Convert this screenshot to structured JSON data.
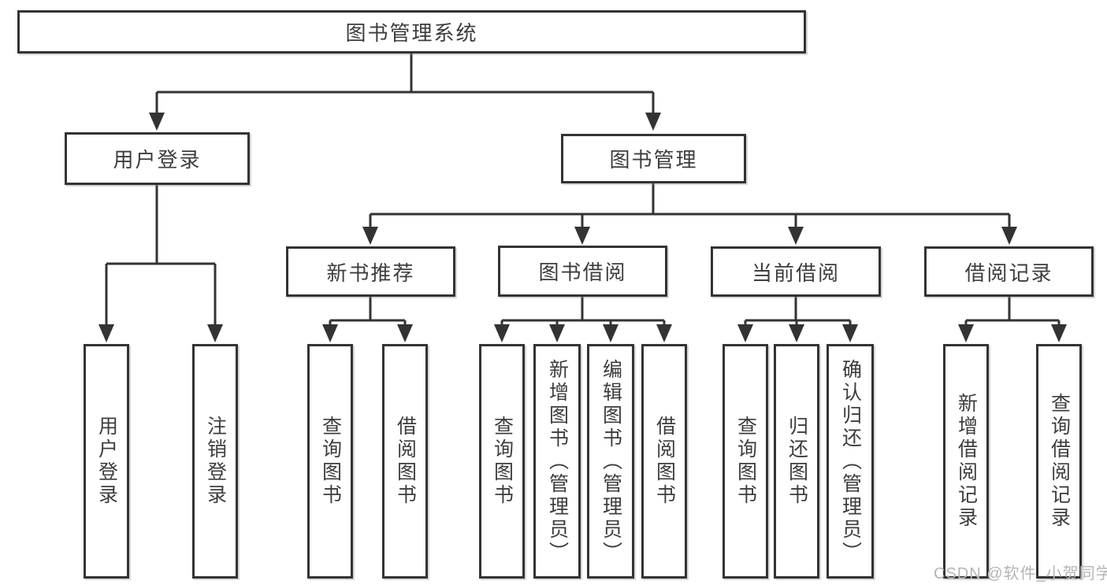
{
  "nodes": {
    "root": {
      "label": "图书管理系统"
    },
    "user_login": {
      "label": "用户登录"
    },
    "book_management": {
      "label": "图书管理"
    },
    "new_book_recommend": {
      "label": "新书推荐"
    },
    "book_borrowing": {
      "label": "图书借阅"
    },
    "current_borrowing": {
      "label": "当前借阅"
    },
    "borrowing_records": {
      "label": "借阅记录"
    },
    "leaves": {
      "user_login": "用户登录",
      "logout": "注销登录",
      "nb_query_books": "查询图书",
      "nb_borrow_books": "借阅图书",
      "bb_query_books": "查询图书",
      "bb_add_books": "新增图书（管理员）",
      "bb_edit_books": "编辑图书（管理员）",
      "bb_borrow_books": "借阅图书",
      "cb_query_books": "查询图书",
      "cb_return_books": "归还图书",
      "cb_confirm_return": "确认归还（管理员）",
      "br_add_record": "新增借阅记录",
      "br_query_record": "查询借阅记录"
    }
  },
  "edges": [
    [
      "root",
      "user_login"
    ],
    [
      "root",
      "book_management"
    ],
    [
      "user_login",
      "leaf_user_login"
    ],
    [
      "user_login",
      "leaf_logout"
    ],
    [
      "book_management",
      "new_book_recommend"
    ],
    [
      "book_management",
      "book_borrowing"
    ],
    [
      "book_management",
      "current_borrowing"
    ],
    [
      "book_management",
      "borrowing_records"
    ],
    [
      "new_book_recommend",
      "nb_query_books"
    ],
    [
      "new_book_recommend",
      "nb_borrow_books"
    ],
    [
      "book_borrowing",
      "bb_query_books"
    ],
    [
      "book_borrowing",
      "bb_add_books"
    ],
    [
      "book_borrowing",
      "bb_edit_books"
    ],
    [
      "book_borrowing",
      "bb_borrow_books"
    ],
    [
      "current_borrowing",
      "cb_query_books"
    ],
    [
      "current_borrowing",
      "cb_return_books"
    ],
    [
      "current_borrowing",
      "cb_confirm_return"
    ],
    [
      "borrowing_records",
      "br_add_record"
    ],
    [
      "borrowing_records",
      "br_query_record"
    ]
  ],
  "watermark": {
    "text": "CSDN @软件_小贺同学"
  },
  "colors": {
    "line": "#333333",
    "box_border": "#333333",
    "text": "#3d3d3d",
    "watermark": "#b5b5b5",
    "background": "#ffffff"
  }
}
